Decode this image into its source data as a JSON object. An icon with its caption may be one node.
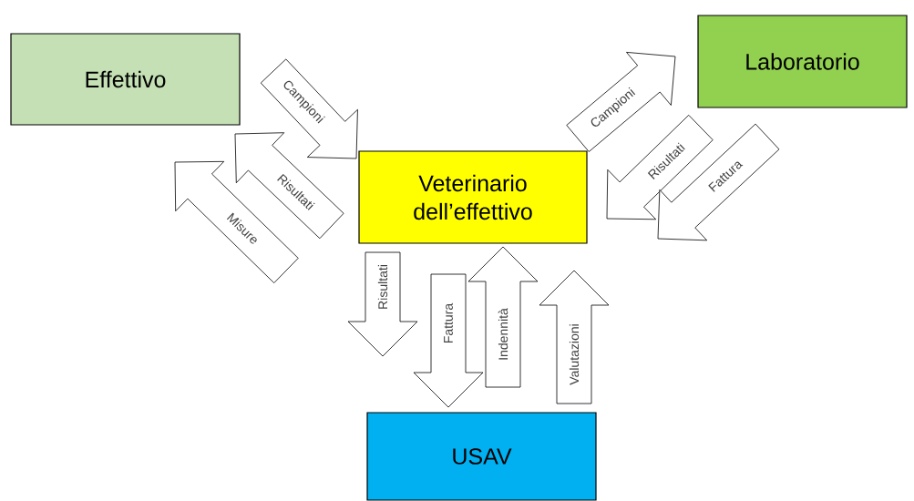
{
  "diagram": {
    "nodes": [
      {
        "text": [
          "Effettivo"
        ]
      },
      {
        "text": [
          "Laboratorio"
        ]
      },
      {
        "text": [
          "Veterinario dell’effettivo"
        ]
      },
      {
        "text": [
          "USAV"
        ]
      }
    ],
    "edges": [
      {
        "from": 0,
        "to": 2,
        "arrow": "to",
        "label": "Campioni"
      },
      {
        "from": 2,
        "to": 0,
        "arrow": "to",
        "label": "Risultati"
      },
      {
        "from": 2,
        "to": 0,
        "arrow": "to",
        "label": "Misure"
      },
      {
        "from": 2,
        "to": 1,
        "arrow": "to",
        "label": "Campioni"
      },
      {
        "from": 1,
        "to": 2,
        "arrow": "to",
        "label": "Risultati"
      },
      {
        "from": 1,
        "to": 2,
        "arrow": "to",
        "label": "Fattura"
      },
      {
        "from": 2,
        "to": 3,
        "arrow": "to",
        "label": "Risultati"
      },
      {
        "from": 2,
        "to": 3,
        "arrow": "to",
        "label": "Fattura"
      },
      {
        "from": 3,
        "to": 2,
        "arrow": "to",
        "label": "Indennità"
      },
      {
        "from": 3,
        "to": 2,
        "arrow": "to",
        "label": "Valutazioni"
      }
    ]
  }
}
